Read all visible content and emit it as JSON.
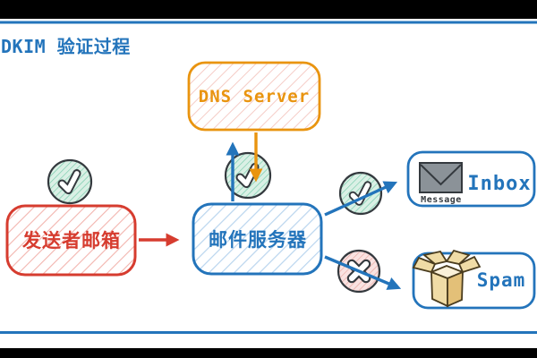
{
  "title": "DKIM 验证过程",
  "nodes": {
    "dns_server": {
      "label": "DNS Server"
    },
    "sender_mailbox": {
      "label": "发送者邮箱"
    },
    "mail_server": {
      "label": "邮件服务器"
    },
    "inbox": {
      "label": "Inbox",
      "icon": "envelope-icon",
      "icon_caption": "Message"
    },
    "spam": {
      "label": "Spam",
      "icon": "open-box-icon"
    }
  },
  "badges": {
    "above_sender": "check-icon",
    "dns_exchange": "check-icon",
    "to_inbox": "check-icon",
    "to_spam": "cross-icon"
  },
  "arrows": {
    "sender_to_mail_server": "red right arrow",
    "mail_server_to_dns": "blue up arrow",
    "dns_to_mail_server": "orange down arrow",
    "mail_server_to_inbox": "blue arrow",
    "mail_server_to_spam": "blue arrow"
  },
  "colors": {
    "accent-blue": "#2374bb",
    "accent-red": "#d63c2f",
    "accent-orange": "#e9940f",
    "ink": "#34393e",
    "hatch-red": "#f2b4ae",
    "hatch-blue": "#b9d5ee",
    "hatch-pink": "#f4c6c0",
    "teal-fill": "#daf0e5",
    "teal-hatch": "#6cc8a6",
    "rose-fill": "#f9e2e1",
    "rose-hatch": "#e69b94",
    "envelope-gray": "#8b9298",
    "carton-tan": "#f0dca6",
    "carton-dark": "#e3c078",
    "carton-ink": "#4a3c1e",
    "letterbox-black": "#000000"
  }
}
